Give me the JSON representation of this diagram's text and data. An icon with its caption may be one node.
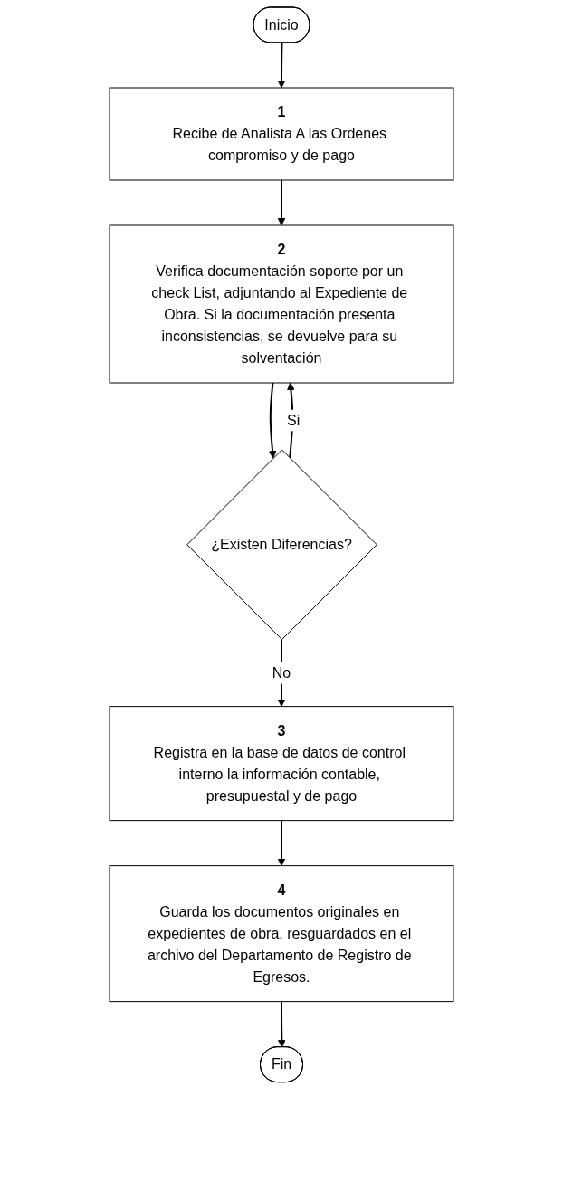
{
  "diagram": {
    "nodes": [
      {
        "text": [
          "Inicio"
        ]
      },
      {
        "text": [
          "1",
          "Recibe de Analista A las Ordenes compromiso y de pago"
        ]
      },
      {
        "text": [
          "2",
          "Verifica documentación soporte por un check List, adjuntando al Expediente de Obra. Si la documentación presenta inconsistencias, se devuelve para su solventación"
        ]
      },
      {
        "text": [
          "¿Existen Diferencias?"
        ]
      },
      {
        "text": [
          "3",
          "Registra en la base de datos de control interno la información contable, presupuestal y de pago"
        ]
      },
      {
        "text": [
          "4",
          "Guarda los documentos originales en expedientes de obra, resguardados en el archivo del Departamento de Registro de Egresos."
        ]
      },
      {
        "text": [
          "Fin"
        ]
      }
    ],
    "edges": [
      {
        "from": 0,
        "to": 1,
        "arrow": "to"
      },
      {
        "from": 1,
        "to": 2,
        "arrow": "to"
      },
      {
        "from": 2,
        "to": 3,
        "arrow": "to"
      },
      {
        "from": 3,
        "to": 2,
        "label": "Si",
        "arrow": "to"
      },
      {
        "from": 3,
        "to": 4,
        "label": "No",
        "arrow": "to"
      },
      {
        "from": 4,
        "to": 5,
        "arrow": "to"
      },
      {
        "from": 5,
        "to": 6,
        "arrow": "to"
      }
    ]
  }
}
